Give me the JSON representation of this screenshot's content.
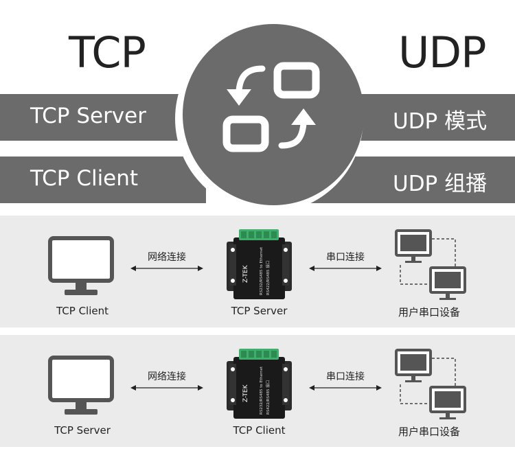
{
  "hero": {
    "left_title": "TCP",
    "right_title": "UDP",
    "left_modes": [
      "TCP Server",
      "TCP Client"
    ],
    "right_modes": [
      "UDP 模式",
      "UDP 组播"
    ],
    "center_icon": "swap-arrows-icon"
  },
  "rows": [
    {
      "left_label": "TCP Client",
      "left_arrow_label": "网络连接",
      "device_label": "TCP Server",
      "right_arrow_label": "串口连接",
      "right_label": "用户串口设备"
    },
    {
      "left_label": "TCP Server",
      "left_arrow_label": "网络连接",
      "device_label": "TCP Client",
      "right_arrow_label": "串口连接",
      "right_label": "用户串口设备"
    }
  ],
  "device": {
    "brand": "Z-TEK",
    "text_line1": "RS232/RS485 to Ethernet",
    "text_line2": "RS422/RS485 接口"
  },
  "colors": {
    "band": "#6b6b6b",
    "panel": "#ebebeb",
    "icon": "#555555"
  }
}
